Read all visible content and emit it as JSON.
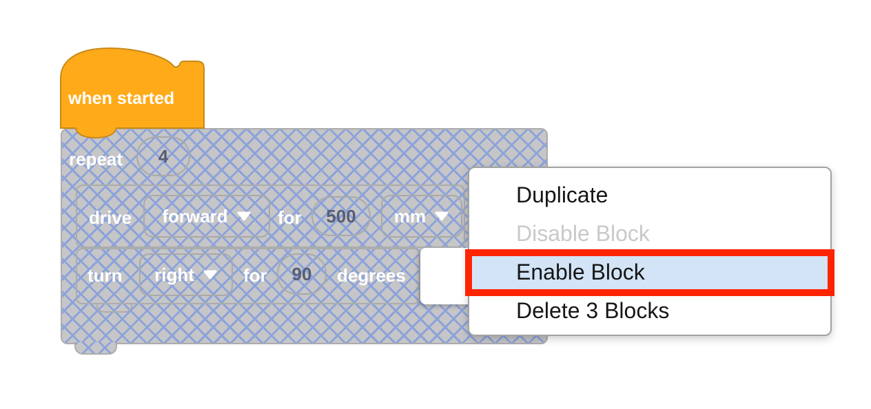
{
  "workspace": {
    "hat_block": {
      "label": "when started"
    },
    "repeat_block": {
      "label": "repeat",
      "count": "4"
    },
    "drive_block": {
      "label": "drive",
      "direction": "forward",
      "preposition": "for",
      "distance": "500",
      "unit": "mm"
    },
    "turn_block": {
      "label": "turn",
      "direction": "right",
      "preposition": "for",
      "angle": "90",
      "unit": "degrees"
    }
  },
  "context_menu": {
    "items": [
      {
        "label": "Duplicate",
        "state": "normal"
      },
      {
        "label": "Disable Block",
        "state": "disabled"
      },
      {
        "label": "Enable Block",
        "state": "highlighted"
      },
      {
        "label": "Delete 3 Blocks",
        "state": "normal"
      }
    ]
  },
  "icons": {
    "dropdown_caret": "caret-down"
  },
  "colors": {
    "hat_block_fill": "#FFAB19",
    "hat_block_border": "#C8881A",
    "disabled_block_fill": "#C6C6C8",
    "disabled_hatch_line": "#8CA3DA",
    "block_outline": "#ACACAC",
    "field_number_text": "#575E75",
    "menu_highlight_bg": "#D2E4F6",
    "annotation_red": "#FF2400",
    "menu_disabled_text": "#C9C9C9"
  }
}
